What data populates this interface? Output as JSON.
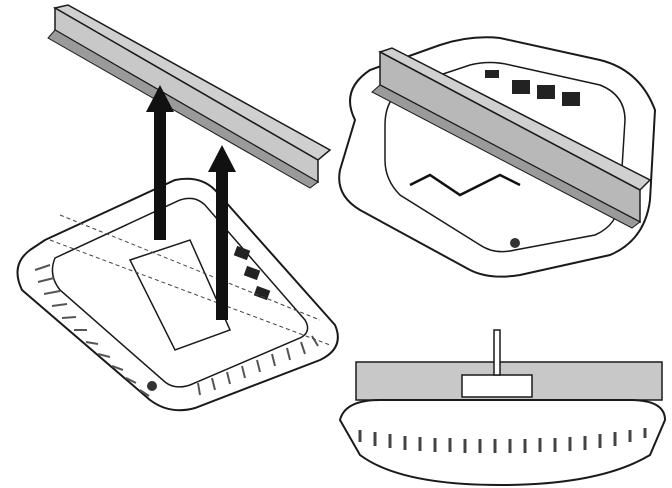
{
  "illustration": {
    "panels": [
      {
        "id": "lift-onto-rail",
        "arrows": 2,
        "arrow_direction": "up"
      },
      {
        "id": "twist-lock",
        "arrow_direction": "rotate"
      },
      {
        "id": "side-view-release"
      }
    ]
  },
  "colors": {
    "line": "#1a1a1a",
    "rail_fill": "#c8c8c8",
    "rail_shade": "#9a9a9a",
    "device_fill": "#ffffff",
    "arrow": "#111111"
  }
}
